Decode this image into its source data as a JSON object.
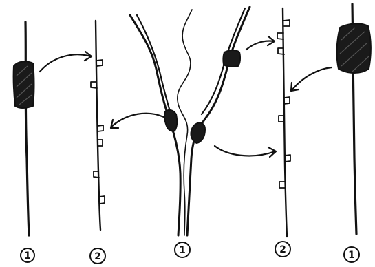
{
  "labels": {
    "left_rod": "1",
    "left_stem": "2",
    "center_fibers": "1",
    "right_stem": "2",
    "right_rod": "1"
  },
  "colors": {
    "ink": "#111111",
    "mass": "#1a1a1a",
    "background": "#ffffff"
  }
}
